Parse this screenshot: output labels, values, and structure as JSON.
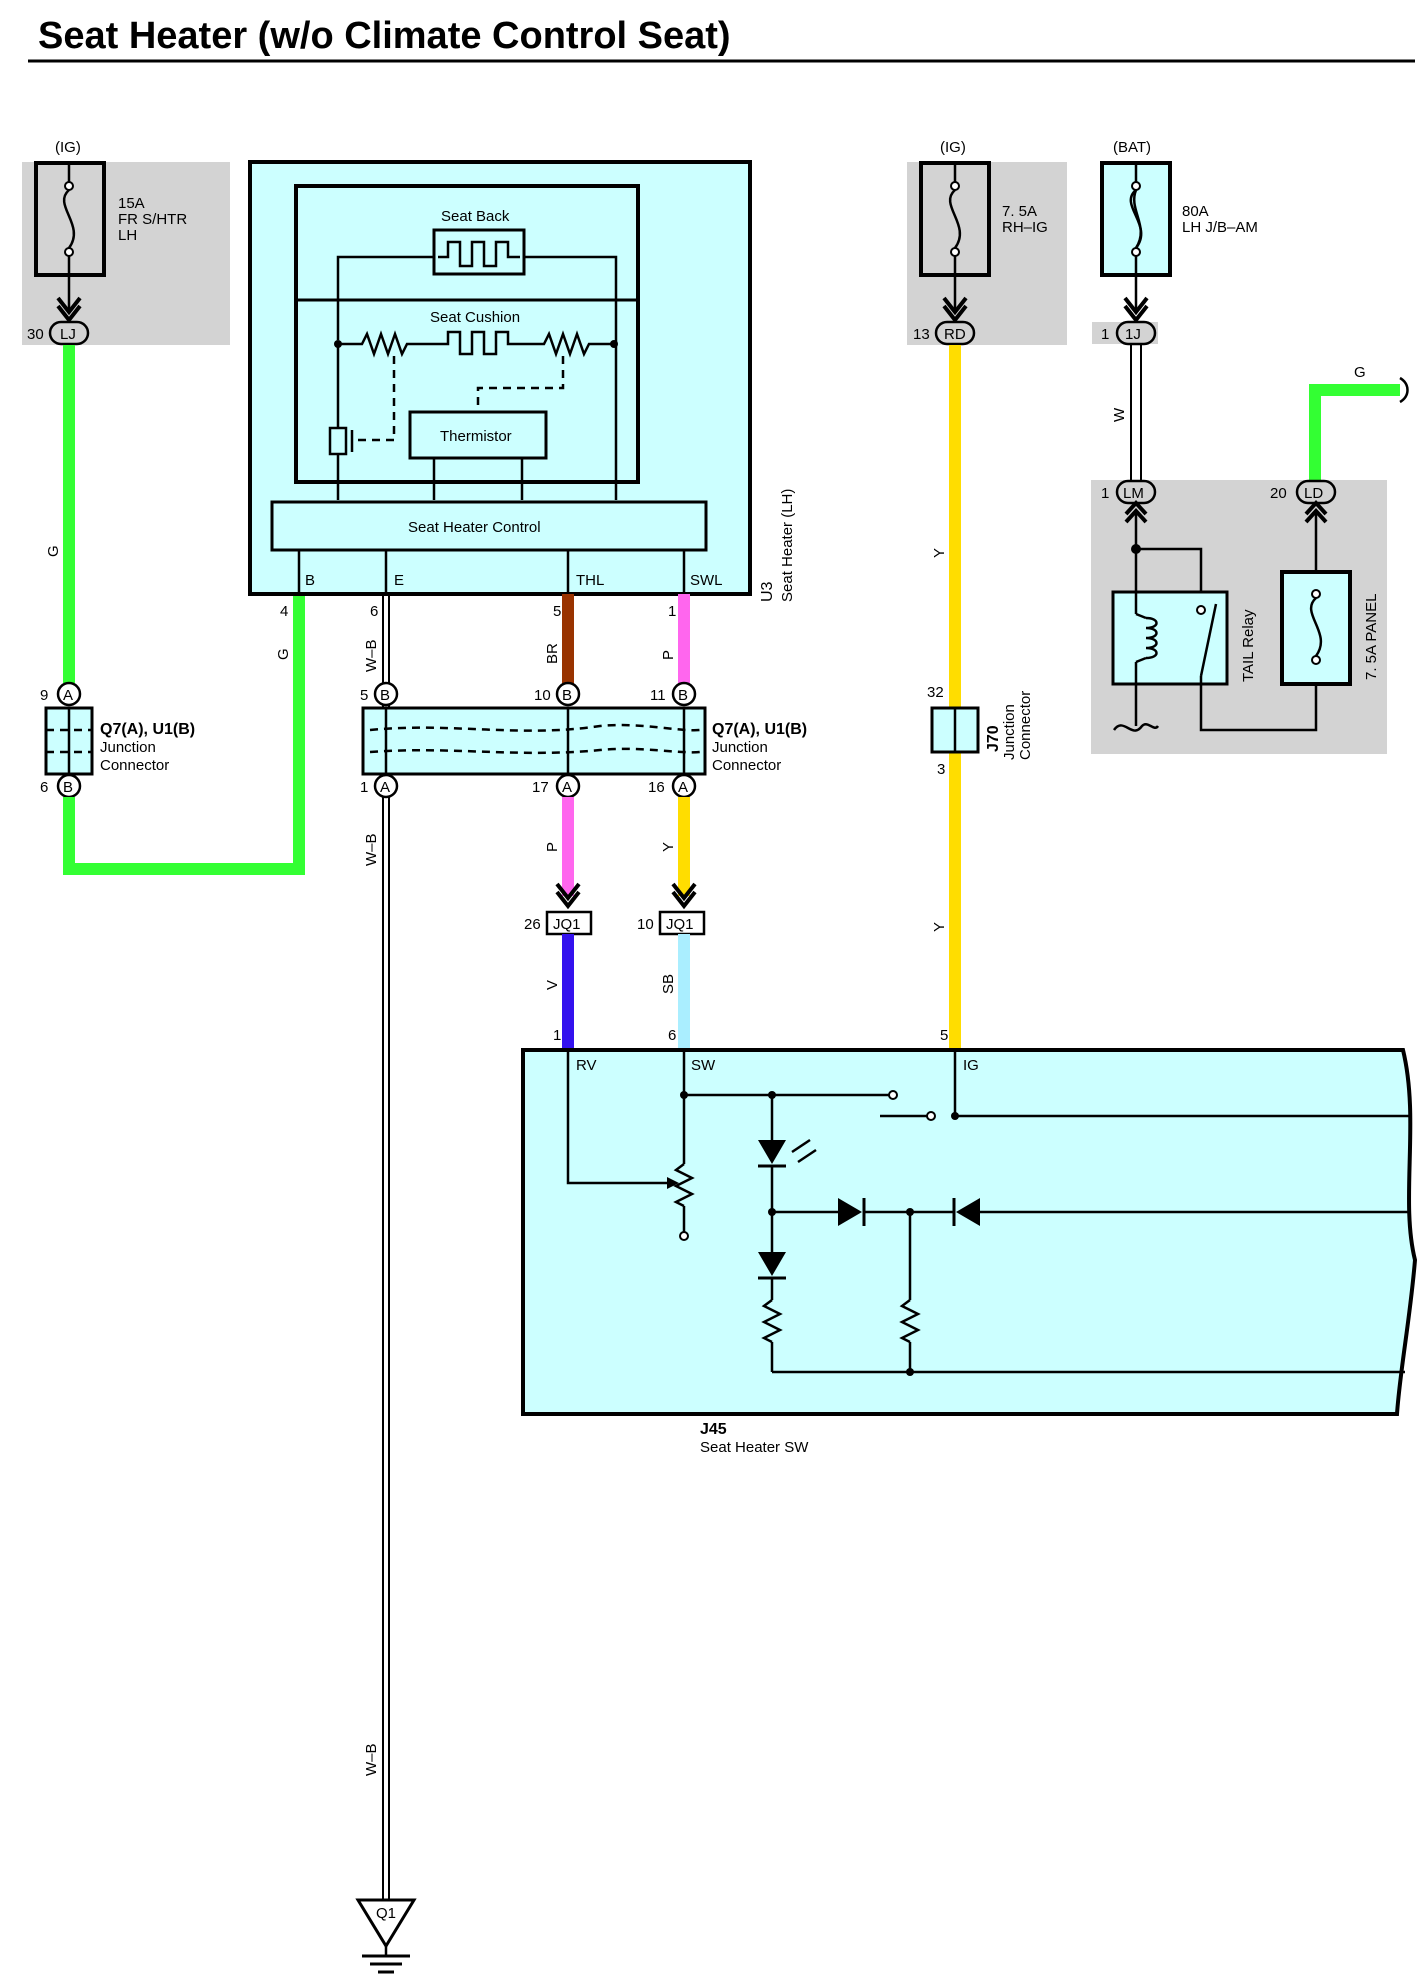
{
  "title": "Seat Heater (w/o Climate Control Seat)",
  "colors": {
    "G": "#33ff33",
    "Y": "#ffdd00",
    "BR": "#993300",
    "P": "#ff66ee",
    "V": "#3311ee",
    "SB": "#aaeeff",
    "W": "#ffffff",
    "W-B": "#ffffff",
    "component_fill": "#ccffff",
    "source_fill": "#d3d3d3"
  },
  "fuses": {
    "fr_shtr": {
      "source": "(IG)",
      "rating": "15A",
      "name1": "FR S/HTR",
      "name2": "LH",
      "pin": "30",
      "connector": "LJ"
    },
    "rh_ig": {
      "source": "(IG)",
      "rating": "7. 5A",
      "name1": "RH–IG",
      "pin": "13",
      "connector": "RD"
    },
    "lh_jb_am": {
      "source": "(BAT)",
      "rating": "80A",
      "name1": "LH J/B–AM",
      "pin": "1",
      "connector": "1J"
    },
    "panel": {
      "label": "7. 5A PANEL"
    }
  },
  "seat_heater": {
    "code": "U3",
    "name": "Seat Heater (LH)",
    "seat_back": "Seat Back",
    "seat_cushion": "Seat Cushion",
    "thermistor": "Thermistor",
    "control": "Seat Heater Control",
    "terminals": [
      {
        "name": "B",
        "pin": "4"
      },
      {
        "name": "E",
        "pin": "6"
      },
      {
        "name": "THL",
        "pin": "5"
      },
      {
        "name": "SWL",
        "pin": "1"
      }
    ]
  },
  "wires": {
    "g": "G",
    "wb": "W–B",
    "br": "BR",
    "p": "P",
    "y": "Y",
    "v": "V",
    "sb": "SB",
    "w": "W"
  },
  "junction_left": {
    "id": "Q7(A), U1(B)",
    "label1": "Junction",
    "label2": "Connector",
    "pin_top": "9",
    "conn_top": "A",
    "pin_bottom": "6",
    "conn_bottom": "B"
  },
  "junction_mid": {
    "id": "Q7(A), U1(B)",
    "label1": "Junction",
    "label2": "Connector",
    "top_pins": [
      {
        "pin": "5",
        "conn": "B"
      },
      {
        "pin": "10",
        "conn": "B"
      },
      {
        "pin": "11",
        "conn": "B"
      }
    ],
    "bottom_pins": [
      {
        "pin": "1",
        "conn": "A"
      },
      {
        "pin": "17",
        "conn": "A"
      },
      {
        "pin": "16",
        "conn": "A"
      }
    ]
  },
  "jq1": {
    "left_pin": "26",
    "right_pin": "10",
    "label": "JQ1"
  },
  "j70": {
    "code": "J70",
    "label1": "Junction",
    "label2": "Connector",
    "pin_top": "32",
    "pin_bottom": "3"
  },
  "relay": {
    "name": "TAIL Relay",
    "lm_pin": "1",
    "lm_conn": "LM",
    "ld_pin": "20",
    "ld_conn": "LD"
  },
  "switch": {
    "code": "J45",
    "name": "Seat Heater SW",
    "terminals": [
      {
        "name": "RV",
        "pin": "1"
      },
      {
        "name": "SW",
        "pin": "6"
      },
      {
        "name": "IG",
        "pin": "5"
      }
    ]
  },
  "ground": {
    "label": "Q1"
  }
}
